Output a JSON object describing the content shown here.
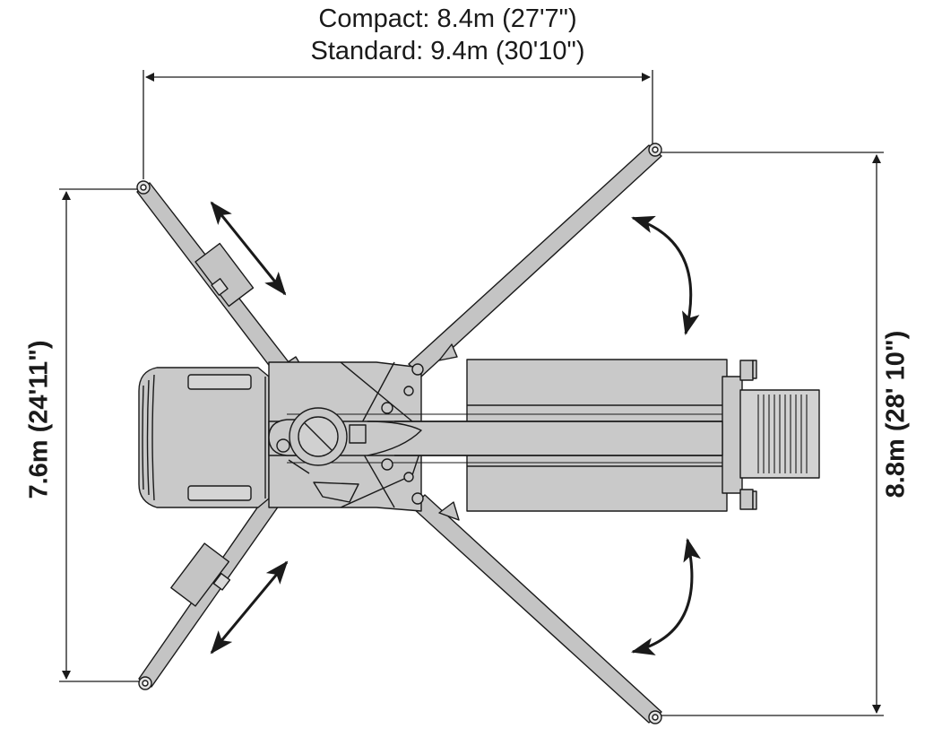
{
  "dimensions": {
    "width_compact": "Compact: 8.4m (27'7\")",
    "width_standard": "Standard: 9.4m (30'10\")",
    "left_span": "7.6m (24'11\")",
    "right_span": "8.8m (28' 10\")"
  },
  "colors": {
    "body_fill": "#c9c9c9",
    "outrigger_fill": "#c4c4c4",
    "line": "#1a1a1a",
    "background": "#ffffff"
  }
}
